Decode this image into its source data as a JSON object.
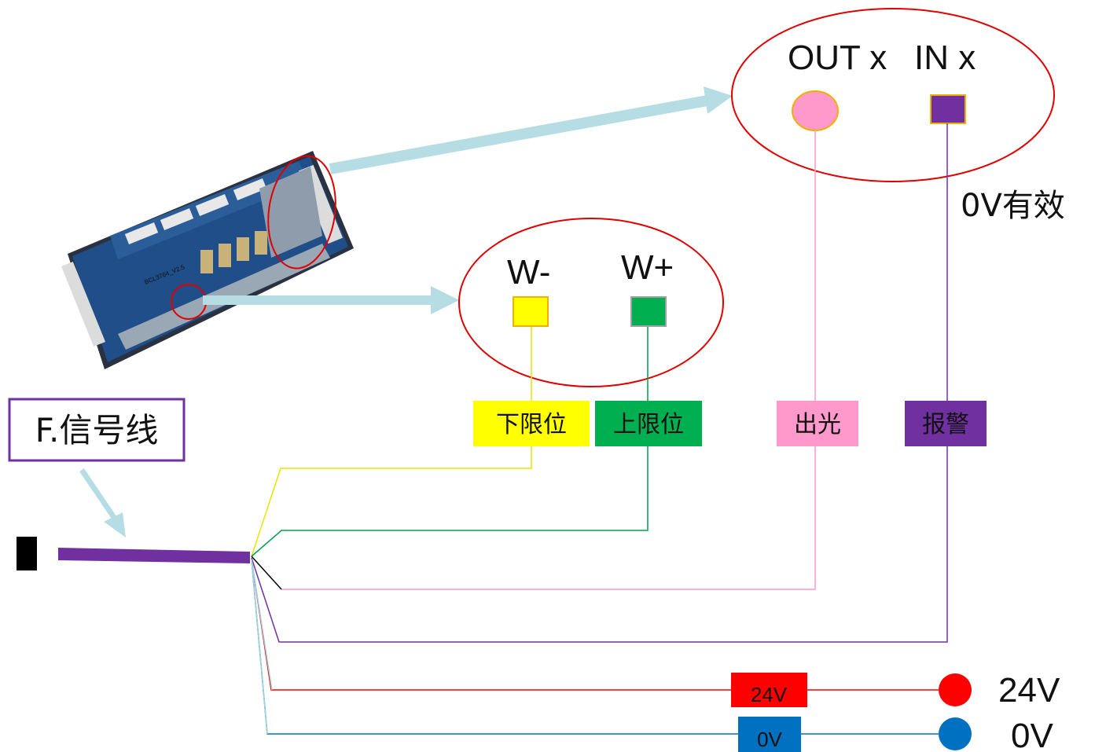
{
  "signal_cable": {
    "label": "F.信号线"
  },
  "limit_group": {
    "w_minus": "W-",
    "w_plus": "W+",
    "lower_limit": "下限位",
    "upper_limit": "上限位"
  },
  "io_group": {
    "out_label": "OUT x",
    "in_label": "IN x",
    "valid_note": "0V有效",
    "light_out": "出光",
    "alarm": "报警"
  },
  "power": {
    "v24_tag": "24V",
    "v0_tag": "0V",
    "v24_label": "24V",
    "v0_label": "0V"
  },
  "board_text": {
    "model": "BCL3764_V2.5"
  },
  "colors": {
    "lower_limit": "#ffff00",
    "upper_limit": "#00b050",
    "light_out": "#ff99cc",
    "alarm": "#7030a0",
    "power_24v": "#ff0000",
    "power_0v": "#0070c0",
    "callout": "#e00000",
    "arrow": "#b7dde4"
  }
}
